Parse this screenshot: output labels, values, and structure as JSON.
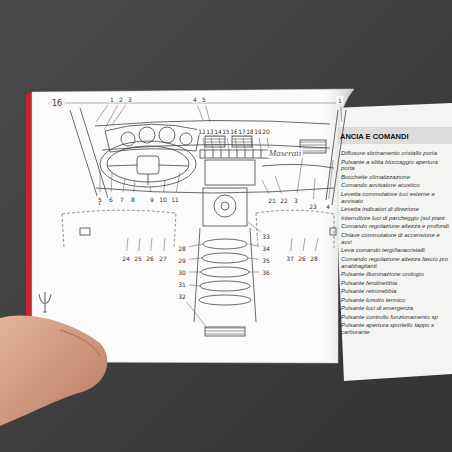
{
  "diagram": {
    "title": "ANCIA E COMANDI",
    "labels": [
      "16",
      "1",
      "2",
      "3",
      "4",
      "5",
      "12",
      "13",
      "14",
      "15",
      "16",
      "17",
      "18",
      "19",
      "20",
      "1",
      "5",
      "6",
      "7",
      "8",
      "9",
      "10",
      "11",
      "21",
      "22",
      "3",
      "23",
      "4",
      "24",
      "25",
      "26",
      "27",
      "28",
      "29",
      "30",
      "31",
      "32",
      "33",
      "34",
      "35",
      "36",
      "37",
      "26",
      "28",
      "Maserati",
      "Diffusore sbrinamento cristallo porta",
      "Pulsante a slitta bloccaggio apertura porta",
      "Bocchette climatizzazione",
      "Comando avvisatore acustico",
      "Levetta commutatore luci esterne e avvisato",
      "Levetta indicatori di direzione",
      "Interruttore luci di parcheggio (sul piant",
      "Comando regolazione altezza e profondi",
      "Chiave commutatore di accensione e avvi",
      "Leva comando tergi/lavacristalli",
      "Comando regolazione altezza fascio pro anabbaglianti",
      "Pulsante illuminazione orologio",
      "Pulsante fendinebbia",
      "Pulsante retronebbia",
      "Pulsante lunotto termico",
      "Pulsante luci di emergenza",
      "Pulsante controllo funzionamento sp",
      "Pulsante apertura sportello tappo s carburante"
    ]
  }
}
